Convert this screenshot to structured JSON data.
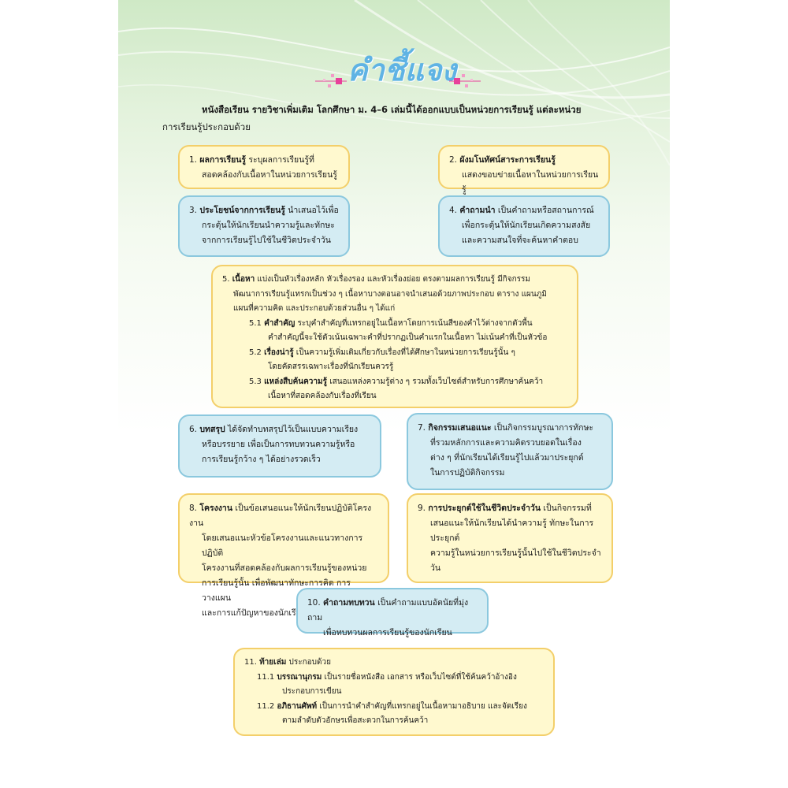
{
  "title": "คำชี้แจง",
  "intro": {
    "line1": "หนังสือเรียน รายวิชาเพิ่มเติม โลกศึกษา ม. 4–6 เล่มนี้ได้ออกแบบเป็นหน่วยการเรียนรู้ แต่ละหน่วย",
    "line2": "การเรียนรู้ประกอบด้วย"
  },
  "items": {
    "i1": {
      "num": "1.",
      "head": "ผลการเรียนรู้",
      "text": " ระบุผลการเรียนรู้ที่",
      "text2": "สอดคล้องกับเนื้อหาในหน่วยการเรียนรู้"
    },
    "i2": {
      "num": "2.",
      "head": "ผังมโนทัศน์สาระการเรียนรู้",
      "text2": "แสดงขอบข่ายเนื้อหาในหน่วยการเรียนรู้"
    },
    "i3": {
      "num": "3.",
      "head": "ประโยชน์จากการเรียนรู้",
      "text": " นำเสนอไว้เพื่อ",
      "text2": "กระตุ้นให้นักเรียนนำความรู้และทักษะ",
      "text3": "จากการเรียนรู้ไปใช้ในชีวิตประจำวัน"
    },
    "i4": {
      "num": "4.",
      "head": "คำถามนำ",
      "text": " เป็นคำถามหรือสถานการณ์",
      "text2": "เพื่อกระตุ้นให้นักเรียนเกิดความสงสัย",
      "text3": "และความสนใจที่จะค้นหาคำตอบ"
    },
    "i5": {
      "num": "5.",
      "head": "เนื้อหา",
      "text": " แบ่งเป็นหัวเรื่องหลัก หัวเรื่องรอง และหัวเรื่องย่อย ตรงตามผลการเรียนรู้ มีกิจกรรม",
      "text2": "พัฒนาการเรียนรู้แทรกเป็นช่วง ๆ เนื้อหาบางตอนอาจนำเสนอด้วยภาพประกอบ ตาราง แผนภูมิ",
      "text3": "แผนที่ความคิด และประกอบด้วยส่วนอื่น ๆ ได้แก่",
      "s1": {
        "num": "5.1",
        "head": "คำสำคัญ",
        "text": " ระบุคำสำคัญที่แทรกอยู่ในเนื้อหาโดยการเน้นสีของคำไว้ต่างจากตัวพื้น",
        "text2": "คำสำคัญนี้จะใช้ตัวเน้นเฉพาะคำที่ปรากฏเป็นคำแรกในเนื้อหา ไม่เน้นคำที่เป็นหัวข้อ"
      },
      "s2": {
        "num": "5.2",
        "head": "เรื่องน่ารู้",
        "text": " เป็นความรู้เพิ่มเติมเกี่ยวกับเรื่องที่ได้ศึกษาในหน่วยการเรียนรู้นั้น ๆ",
        "text2": "โดยคัดสรรเฉพาะเรื่องที่นักเรียนควรรู้"
      },
      "s3": {
        "num": "5.3",
        "head": "แหล่งสืบค้นความรู้",
        "text": " เสนอแหล่งความรู้ต่าง ๆ รวมทั้งเว็บไซต์สำหรับการศึกษาค้นคว้า",
        "text2": "เนื้อหาที่สอดคล้องกับเรื่องที่เรียน"
      }
    },
    "i6": {
      "num": "6.",
      "head": "บทสรุป",
      "text": " ได้จัดทำบทสรุปไว้เป็นแบบความเรียง",
      "text2": "หรือบรรยาย เพื่อเป็นการทบทวนความรู้หรือ",
      "text3": "การเรียนรู้กว้าง ๆ ได้อย่างรวดเร็ว"
    },
    "i7": {
      "num": "7.",
      "head": "กิจกรรมเสนอแนะ",
      "text": " เป็นกิจกรรมบูรณาการทักษะ",
      "text2": "ที่รวมหลักการและความคิดรวบยอดในเรื่อง",
      "text3": "ต่าง ๆ ที่นักเรียนได้เรียนรู้ไปแล้วมาประยุกต์",
      "text4": "ในการปฏิบัติกิจกรรม"
    },
    "i8": {
      "num": "8.",
      "head": "โครงงาน",
      "text": " เป็นข้อเสนอแนะให้นักเรียนปฏิบัติโครงงาน",
      "text2": "โดยเสนอแนะหัวข้อโครงงานและแนวทางการปฏิบัติ",
      "text3": "โครงงานที่สอดคล้องกับผลการเรียนรู้ของหน่วย",
      "text4": "การเรียนรู้นั้น เพื่อพัฒนาทักษะการคิด การวางแผน",
      "text5": "และการแก้ปัญหาของนักเรียน"
    },
    "i9": {
      "num": "9.",
      "head": "การประยุกต์ใช้ในชีวิตประจำวัน",
      "text": " เป็นกิจกรรมที่",
      "text2": "เสนอแนะให้นักเรียนได้นำความรู้ ทักษะในการประยุกต์",
      "text3": "ความรู้ในหน่วยการเรียนรู้นั้นไปใช้ในชีวิตประจำวัน"
    },
    "i10": {
      "num": "10.",
      "head": "คำถามทบทวน",
      "text": " เป็นคำถามแบบอัตนัยที่มุ่งถาม",
      "text2": "เพื่อทบทวนผลการเรียนรู้ของนักเรียน"
    },
    "i11": {
      "num": "11.",
      "head": "ท้ายเล่ม",
      "text": " ประกอบด้วย",
      "s1": {
        "num": "11.1",
        "head": "บรรณานุกรม",
        "text": " เป็นรายชื่อหนังสือ เอกสาร หรือเว็บไซต์ที่ใช้ค้นคว้าอ้างอิง",
        "text2": "ประกอบการเขียน"
      },
      "s2": {
        "num": "11.2",
        "head": "อภิธานศัพท์",
        "text": " เป็นการนำคำสำคัญที่แทรกอยู่ในเนื้อหามาอธิบาย และจัดเรียง",
        "text2": "ตามลำดับตัวอักษรเพื่อสะดวกในการค้นคว้า"
      }
    }
  },
  "colors": {
    "title": "#5fb3e4",
    "box_yellow_bg": "#fff9cf",
    "box_yellow_border": "#f3cf6a",
    "box_blue_bg": "#d4ecf3",
    "box_blue_border": "#8bc8de",
    "deco_pink": "#e8409a"
  }
}
